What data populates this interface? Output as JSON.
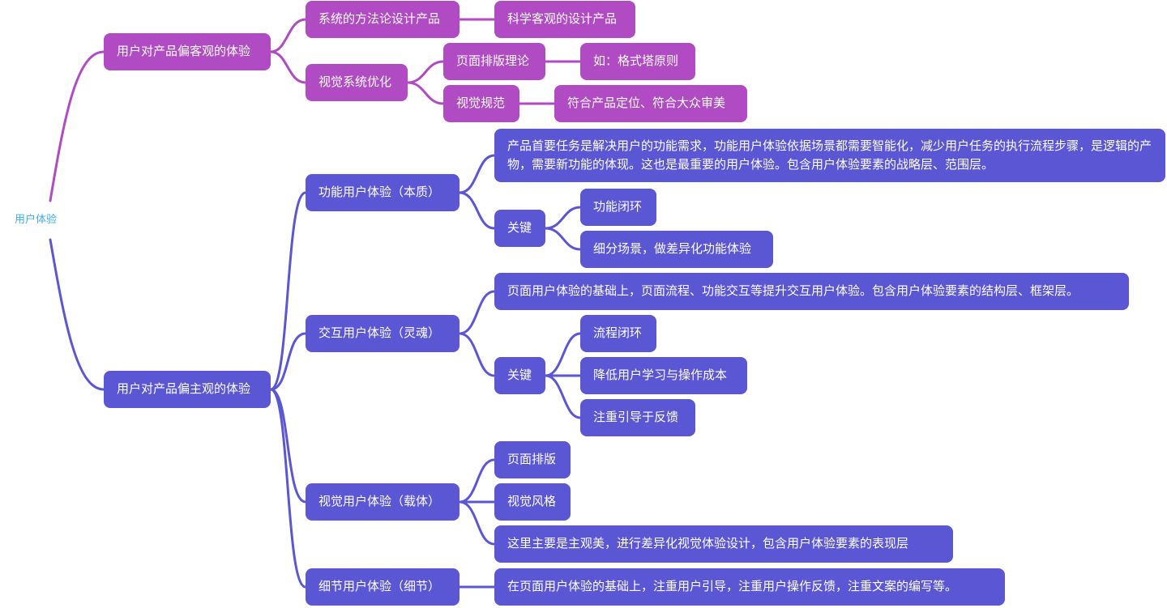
{
  "root": "用户体验",
  "objective": {
    "label": "用户对产品偏客观的体验",
    "children": {
      "method": {
        "label": "系统的方法论设计产品",
        "child": "科学客观的设计产品"
      },
      "visual_opt": {
        "label": "视觉系统优化",
        "layout_theory": {
          "label": "页面排版理论",
          "child": "如：格式塔原则"
        },
        "visual_spec": {
          "label": "视觉规范",
          "child": "符合产品定位、符合大众审美"
        }
      }
    }
  },
  "subjective": {
    "label": "用户对产品偏主观的体验",
    "functional": {
      "label": "功能用户体验（本质）",
      "desc": "产品首要任务是解决用户的功能需求，功能用户体验依据场景都需要智能化，减少用户任务的执行流程步骤，是逻辑的产物，需要新功能的体现。这也是最重要的用户体验。包含用户体验要素的战略层、范围层。",
      "key": {
        "label": "关键",
        "items": [
          "功能闭环",
          "细分场景，做差异化功能体验"
        ]
      }
    },
    "interaction": {
      "label": "交互用户体验（灵魂）",
      "desc": "页面用户体验的基础上，页面流程、功能交互等提升交互用户体验。包含用户体验要素的结构层、框架层。",
      "key": {
        "label": "关键",
        "items": [
          "流程闭环",
          "降低用户学习与操作成本",
          "注重引导于反馈"
        ]
      }
    },
    "visual": {
      "label": "视觉用户体验（载体）",
      "items": [
        "页面排版",
        "视觉风格",
        "这里主要是主观美，进行差异化视觉体验设计，包含用户体验要素的表现层"
      ]
    },
    "detail": {
      "label": "细节用户体验（细节）",
      "desc": "在页面用户体验的基础上，注重用户引导，注重用户操作反馈，注重文案的编写等。"
    }
  },
  "colors": {
    "purple": "#b04bc4",
    "blue": "#5b56d4",
    "root_text": "#3fb0e8"
  }
}
